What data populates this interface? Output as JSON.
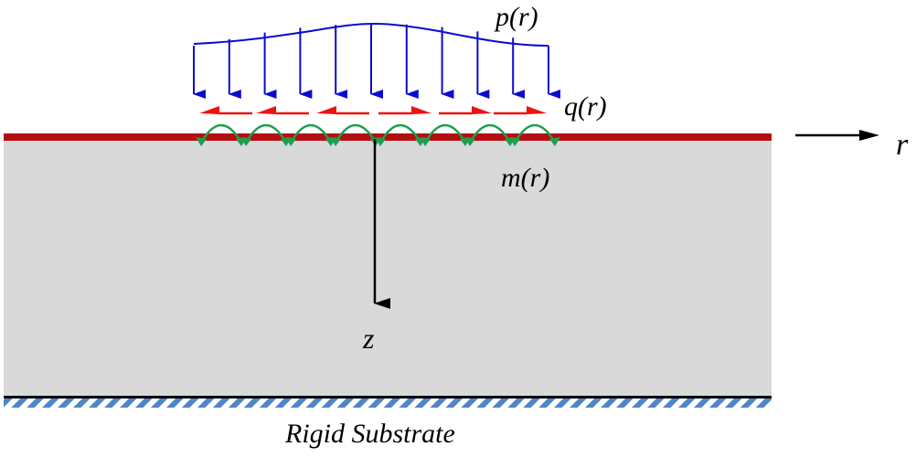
{
  "labels": {
    "pressure": "p(r)",
    "shear": "q(r)",
    "moment": "m(r)",
    "radial_axis": "r",
    "depth_axis": "z",
    "substrate": "Rigid Substrate"
  },
  "colors": {
    "layer": "#d9d9d9",
    "surface_film": "#b30f12",
    "pressure_arrows": "#0a0ad2",
    "shear_arrows": "#ee1111",
    "moment_arrows": "#1f9e4f",
    "hatch": "#4f86c6",
    "axis": "#000000",
    "background": "#ffffff"
  },
  "loads": {
    "pressure_arrow_count": 11,
    "shear_arrow_count": 6,
    "moment_arc_count": 8
  }
}
